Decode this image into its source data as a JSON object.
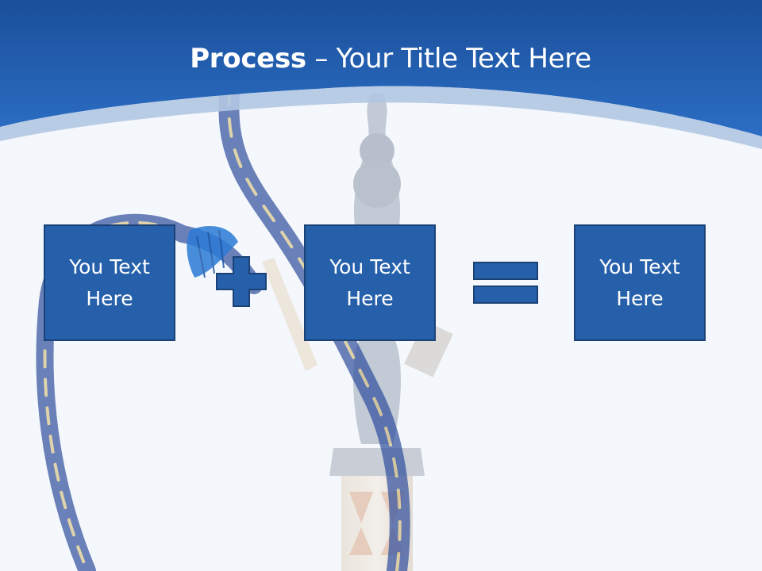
{
  "slide": {
    "title_bold": "Process",
    "title_rest": " – Your Title Text Here",
    "box1_text": "You Text Here",
    "box2_text": "You Text Here",
    "box3_text": "You Text Here"
  },
  "icons": {
    "operator1": "plus-icon",
    "operator2": "equals-icon"
  },
  "colors": {
    "header_blue": "#1f5fb0",
    "box_fill": "#2660ab",
    "box_border": "#1b4276",
    "background": "#f4f7fb"
  }
}
